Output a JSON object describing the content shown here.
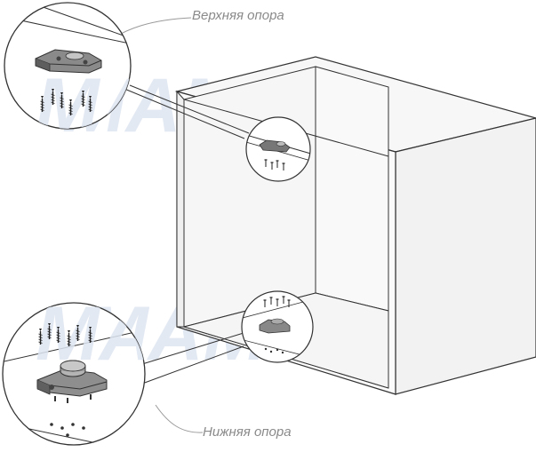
{
  "labels": {
    "top_support": "Верхняя опора",
    "bottom_support": "Нижняя опора"
  },
  "watermark": {
    "text": "MAM",
    "color": "#dfe6f1"
  },
  "colors": {
    "outline": "#333333",
    "cabinet_side": "#f4f4f4",
    "cabinet_top": "#f7f7f7",
    "cabinet_inner": "#fafafa",
    "part_dark": "#6e6e6e",
    "part_light": "#9a9a9a",
    "leader": "#9a9a9a"
  }
}
